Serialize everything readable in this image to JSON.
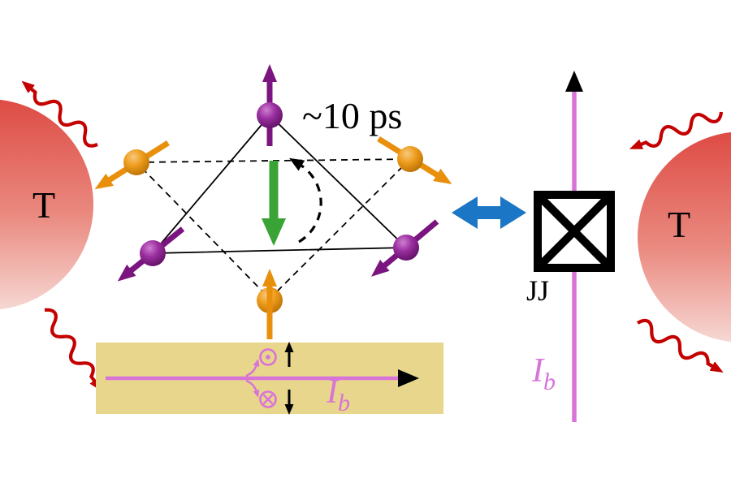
{
  "figure": {
    "type": "physics-schematic",
    "subject": "triangular spin lattice coupled to thermal baths mapped onto a Josephson junction circuit"
  },
  "labels": {
    "bath_left": "T",
    "bath_right": "T",
    "timescale": "~10 ps",
    "junction": "JJ",
    "current_symbol": "I",
    "current_subscript": "b"
  },
  "icons": {
    "photon_wavy_arrow": "↝",
    "flux_out_of_plane": "⊙",
    "flux_into_plane": "⊗",
    "equivalence_double_arrow": "⇔",
    "junction_cross": "☒"
  },
  "colors": {
    "spin_purple": "#7a1580",
    "spin_orange": "#e8900c",
    "central_spin_green": "#3aa335",
    "bias_current_pink": "#d873d8",
    "equivalence_blue": "#1b76c6",
    "photon_red": "#c40000",
    "bath_gradient_top": "#dd4b44",
    "bath_gradient_bottom": "#f6d8d3",
    "substrate_yellow": "#e7d68c",
    "ink": "#000000"
  }
}
